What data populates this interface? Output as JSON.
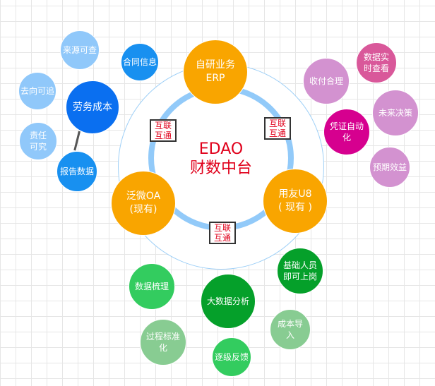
{
  "center": {
    "line1": "EDAO",
    "line2": "财数中台"
  },
  "links": [
    "互联\n互通",
    "互联\n互通",
    "互联\n互通"
  ],
  "systems": [
    "自研业务\nERP",
    "用友U8\n( 现有 )",
    "泛微OA\n(现有)"
  ],
  "left_nodes": {
    "main": "劳务成本",
    "source": "来源可查",
    "contract": "合同信息",
    "trace": "去向可追",
    "duty": "责任\n可究",
    "report": "报告数据"
  },
  "right_nodes": {
    "payment": "收付合理",
    "realtime": "数据实\n时查看",
    "voucher": "凭证自动\n化",
    "decision": "未来决策",
    "benefit": "预期效益"
  },
  "bottom_nodes": {
    "sort": "数据梳理",
    "bigdata": "大数据分析",
    "staff": "基础人员\n即可上岗",
    "standard": "过程标准\n化",
    "feedback": "逐级反馈",
    "cost": "成本导\n入"
  },
  "colors": {
    "orange": "#f9a500",
    "red": "#e0001b",
    "blue_light": "#90c8fa",
    "blue": "#1890f0",
    "blue_dark": "#0a6ff0",
    "pink_light": "#d392d0",
    "pink": "#d9589a",
    "magenta": "#d6008f",
    "green": "#33cc5f",
    "green_dark": "#05a02a",
    "green_light": "#88cc92"
  }
}
